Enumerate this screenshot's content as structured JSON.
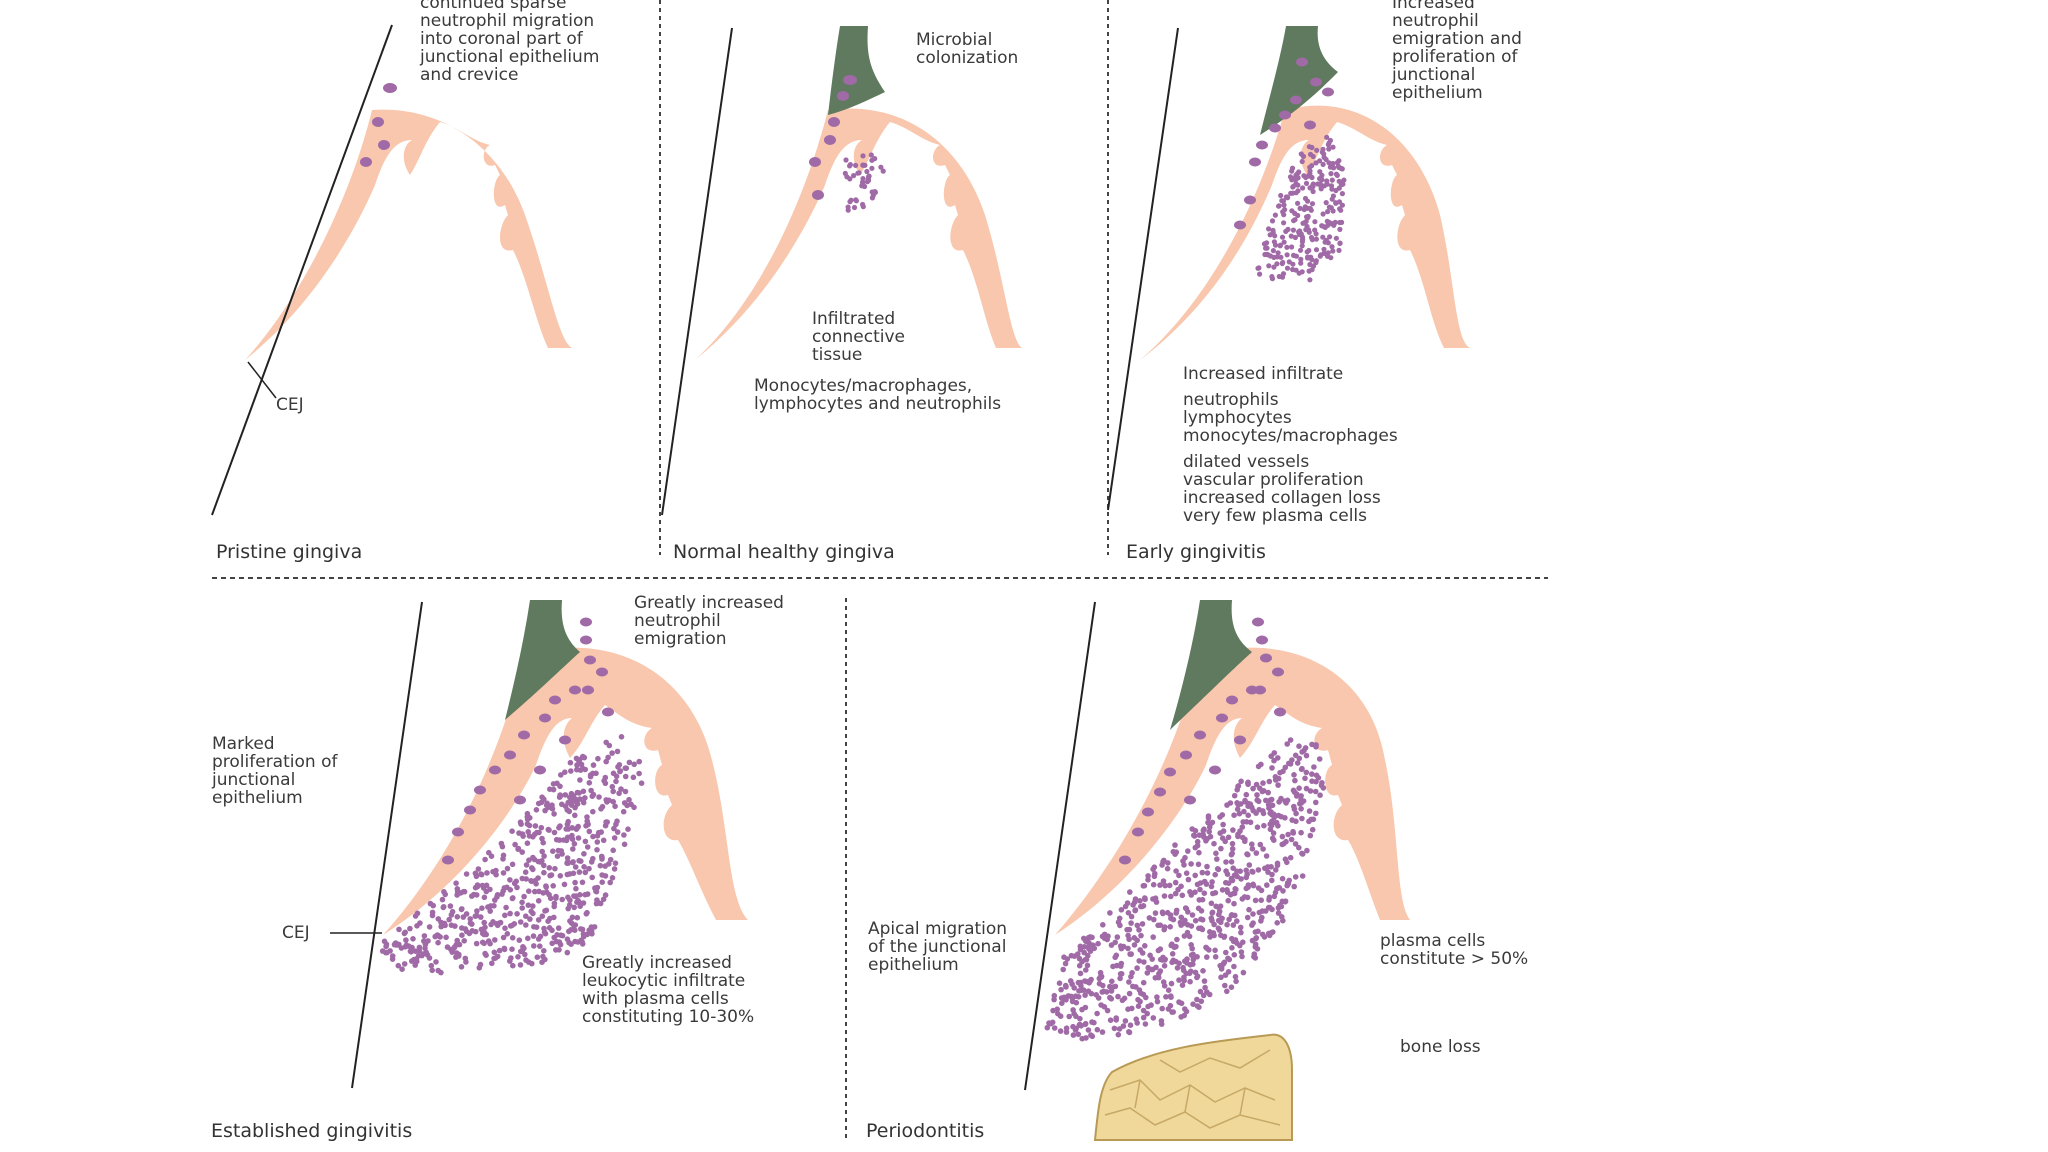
{
  "colors": {
    "gingiva": "#f8c7ae",
    "plaque": "#5f7a5e",
    "cell": "#a06aa6",
    "bone": "#f0d89a",
    "line": "#222222"
  },
  "icons": [
    "neutrophil-icon",
    "leukocyte-dot-icon",
    "tooth-surface-line",
    "bone-trabecula-icon"
  ],
  "panels": [
    {
      "caption": "Pristine gingiva",
      "labels": [
        "continued sparse\nneutrophil migration\ninto coronal part of\njunctional epithelium\nand crevice",
        "CEJ"
      ]
    },
    {
      "caption": "Normal healthy gingiva",
      "labels": [
        "Microbial\ncolonization",
        "Infiltrated\nconnective\ntissue",
        "Monocytes/macrophages,\nlymphocytes and neutrophils"
      ]
    },
    {
      "caption": "Early gingivitis",
      "labels": [
        "Increased\nneutrophil\nemigration and\nproliferation of\njunctional\nepithelium",
        "Increased infiltrate",
        "neutrophils\nlymphocytes\nmonocytes/macrophages",
        "dilated vessels\nvascular proliferation\nincreased collagen loss\nvery few plasma cells"
      ]
    },
    {
      "caption": "Established gingivitis",
      "labels": [
        "Greatly increased\nneutrophil\nemigration",
        "Marked\nproliferation of\njunctional\nepithelium",
        "CEJ",
        "Greatly increased\nleukocytic infiltrate\nwith plasma cells\nconstituting 10-30%"
      ]
    },
    {
      "caption": "Periodontitis",
      "labels": [
        "Apical migration\nof the junctional\nepithelium",
        "plasma cells\nconstitute > 50%",
        "bone loss"
      ]
    }
  ]
}
